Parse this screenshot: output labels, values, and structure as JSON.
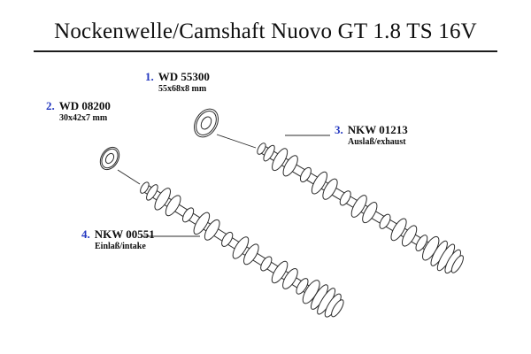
{
  "title": "Nockenwelle/Camshaft Nuovo GT 1.8 TS 16V",
  "colors": {
    "ink": "#1c1c1c",
    "accent_blue": "#2337c0",
    "line": "#2b2b2b",
    "background": "#ffffff"
  },
  "parts": [
    {
      "num": "1.",
      "code": "WD 55300",
      "desc": "55x68x8 mm"
    },
    {
      "num": "2.",
      "code": "WD 08200",
      "desc": "30x42x7 mm"
    },
    {
      "num": "3.",
      "code": "NKW 01213",
      "desc": "Auslaß/exhaust"
    },
    {
      "num": "4.",
      "code": "NKW 00551",
      "desc": "Einlaß/intake"
    }
  ],
  "diagram": {
    "components": [
      "seal-ring-large",
      "seal-ring-small",
      "camshaft-exhaust",
      "camshaft-intake"
    ]
  }
}
